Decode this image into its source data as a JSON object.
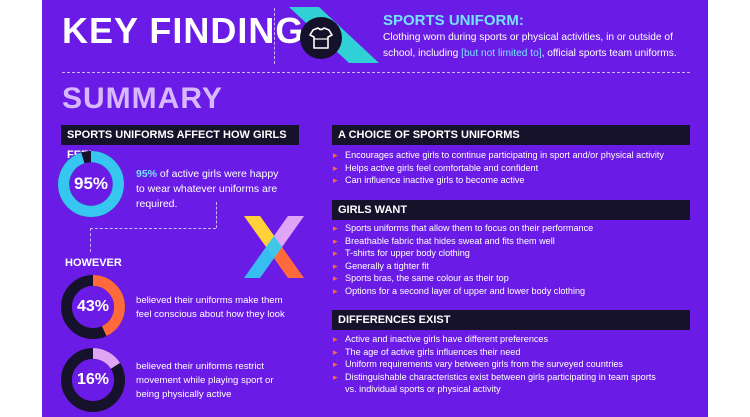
{
  "header": {
    "title": "KEY FINDINGS",
    "definition_title": "SPORTS UNIFORM:",
    "definition_text_before": "Clothing worn during sports or physical activities, in or outside of school, including ",
    "definition_highlight": "[but not limited to]",
    "definition_text_after": ", official sports team uniforms.",
    "icon": "t-shirt-icon"
  },
  "summary": {
    "title": "SUMMARY"
  },
  "left": {
    "heading": "SPORTS UNIFORMS AFFECT HOW GIRLS FEEL",
    "stat1": {
      "value": "95%",
      "fraction": 0.95,
      "highlight": "95%",
      "text": " of active girls were happy to wear whatever uniforms are required.",
      "color": "#36c6f0"
    },
    "however": "HOWEVER",
    "stat2": {
      "value": "43%",
      "fraction": 0.43,
      "text": "believed their uniforms make them feel conscious about how they look",
      "color": "#ff6a3d"
    },
    "stat3": {
      "value": "16%",
      "fraction": 0.16,
      "text": "believed their uniforms restrict movement while playing sport or being physically active",
      "color": "#e0a6f5"
    }
  },
  "choice": {
    "heading": "A CHOICE OF SPORTS UNIFORMS",
    "items": [
      "Encourages active girls to continue participating in sport and/or physical activity",
      "Helps active girls feel comfortable and confident",
      "Can influence inactive girls to become active"
    ]
  },
  "want": {
    "heading": "GIRLS WANT",
    "items": [
      "Sports uniforms that allow them to focus on their performance",
      "Breathable fabric that hides sweat and fits them well",
      "T-shirts for upper body clothing",
      "Generally a tighter fit",
      "Sports bras, the same colour as their top",
      "Options for a second layer of upper and lower body clothing"
    ]
  },
  "differences": {
    "heading": "DIFFERENCES EXIST",
    "items": [
      "Active and inactive girls have different preferences",
      "The age of active girls influences their need",
      "Uniform requirements vary between girls from the surveyed countries",
      "Distinguishable characteristics exist between girls participating in team sports",
      "vs. individual sports or physical activity"
    ]
  },
  "colors": {
    "background": "#6a1ce6",
    "bar": "#16122b",
    "accent_cyan": "#74e3ff",
    "accent_orange": "#ff6a3d",
    "accent_pink": "#e0a6f5",
    "ring_track": "#16122b"
  }
}
